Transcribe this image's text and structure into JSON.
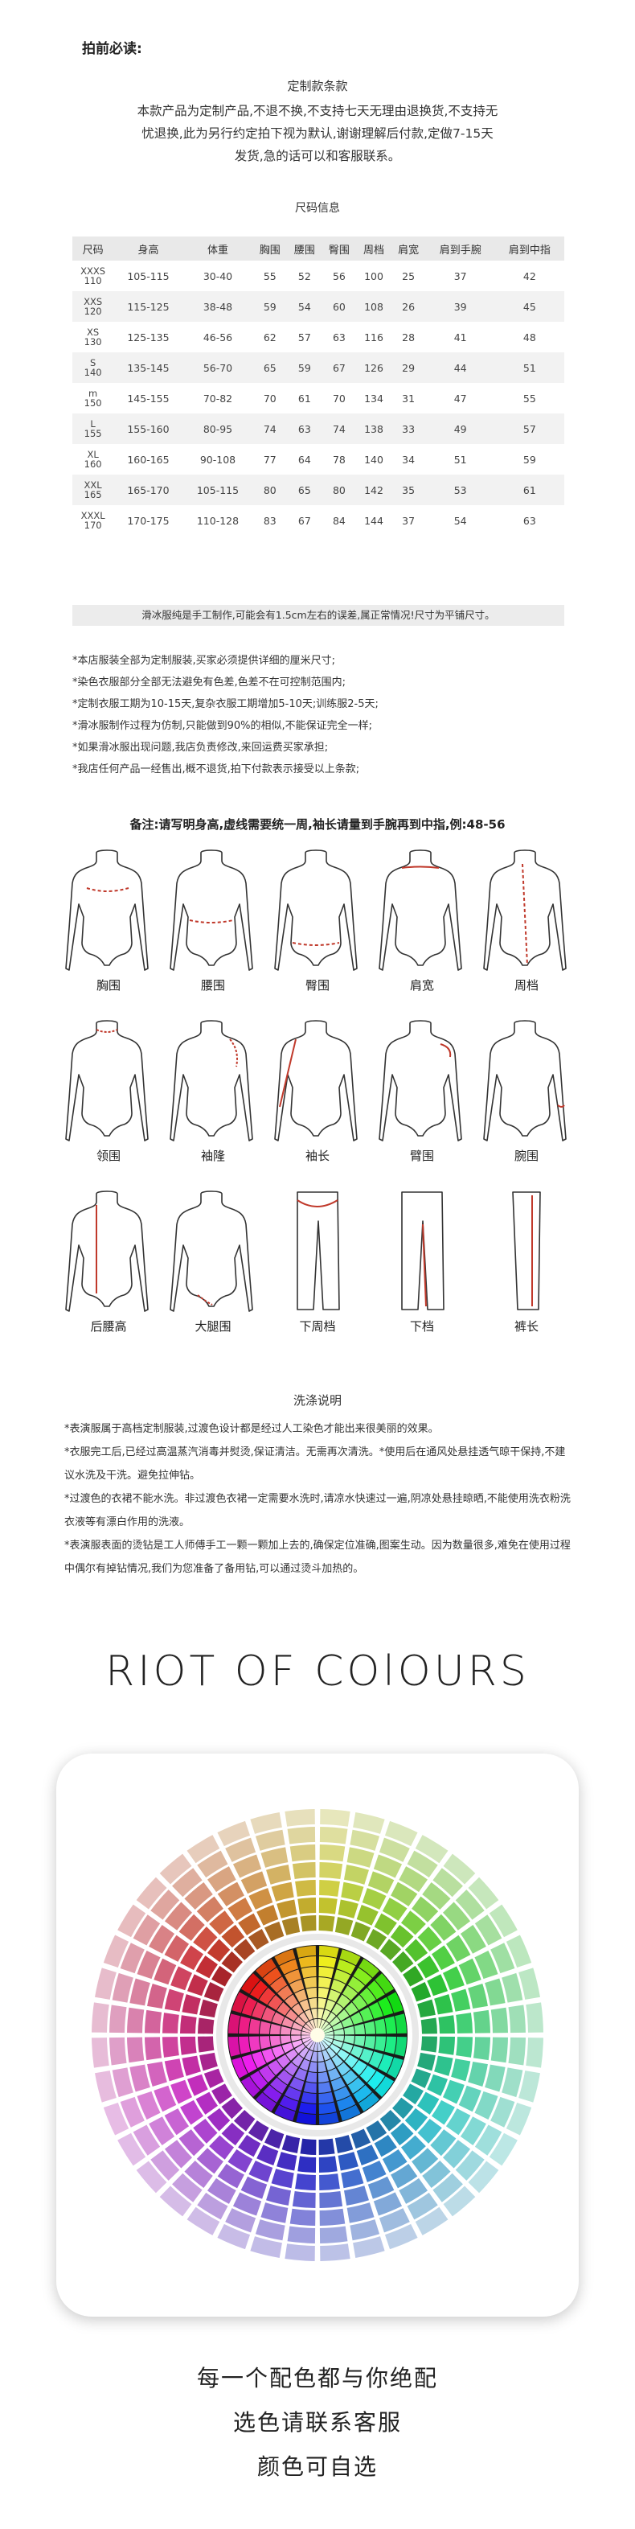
{
  "header": {
    "before_read": "拍前必读:"
  },
  "terms": {
    "title": "定制款条款",
    "line1": "本款产品为定制产品,不退不换,不支持七天无理由退换货,不支持无",
    "line2": "忧退换,此为另行约定拍下视为默认,谢谢理解后付款,定做7-15天",
    "line3": "发货,急的话可以和客服联系。"
  },
  "size_info": {
    "title": "尺码信息",
    "headers": [
      "尺码",
      "身高",
      "体重",
      "胸围",
      "腰围",
      "臀围",
      "周档",
      "肩宽",
      "肩到手腕",
      "肩到中指"
    ],
    "rows": [
      {
        "size": "XXXS",
        "code": "110",
        "cells": [
          "105-115",
          "30-40",
          "55",
          "52",
          "56",
          "100",
          "25",
          "37",
          "42"
        ]
      },
      {
        "size": "XXS",
        "code": "120",
        "cells": [
          "115-125",
          "38-48",
          "59",
          "54",
          "60",
          "108",
          "26",
          "39",
          "45"
        ]
      },
      {
        "size": "XS",
        "code": "130",
        "cells": [
          "125-135",
          "46-56",
          "62",
          "57",
          "63",
          "116",
          "28",
          "41",
          "48"
        ]
      },
      {
        "size": "S",
        "code": "140",
        "cells": [
          "135-145",
          "56-70",
          "65",
          "59",
          "67",
          "126",
          "29",
          "44",
          "51"
        ]
      },
      {
        "size": "m",
        "code": "150",
        "cells": [
          "145-155",
          "70-82",
          "70",
          "61",
          "70",
          "134",
          "31",
          "47",
          "55"
        ]
      },
      {
        "size": "L",
        "code": "155",
        "cells": [
          "155-160",
          "80-95",
          "74",
          "63",
          "74",
          "138",
          "33",
          "49",
          "57"
        ]
      },
      {
        "size": "XL",
        "code": "160",
        "cells": [
          "160-165",
          "90-108",
          "77",
          "64",
          "78",
          "140",
          "34",
          "51",
          "59"
        ]
      },
      {
        "size": "XXL",
        "code": "165",
        "cells": [
          "165-170",
          "105-115",
          "80",
          "65",
          "80",
          "142",
          "35",
          "53",
          "61"
        ]
      },
      {
        "size": "XXXL",
        "code": "170",
        "cells": [
          "170-175",
          "110-128",
          "83",
          "67",
          "84",
          "144",
          "37",
          "54",
          "63"
        ]
      }
    ],
    "note": "滑冰服纯是手工制作,可能会有1.5cm左右的误差,属正常情况!尺寸为平铺尺寸。"
  },
  "notes": [
    "*本店服装全部为定制服装,买家必须提供详细的厘米尺寸;",
    "*染色衣服部分全部无法避免有色差,色差不在可控制范围内;",
    "*定制衣服工期为10-15天,复杂衣服工期增加5-10天;训练服2-5天;",
    "*滑冰服制作过程为仿制,只能做到90%的相似,不能保证完全一样;",
    "*如果滑冰服出现问题,我店负责修改,来回运费买家承担;",
    "*我店任何产品一经售出,概不退货,拍下付款表示接受以上条款;"
  ],
  "remark": "备注:请写明身高,虚线需要统一周,袖长请量到手腕再到中指,例:48-56",
  "figures": [
    "胸围",
    "腰围",
    "臀围",
    "肩宽",
    "周档",
    "领围",
    "袖隆",
    "袖长",
    "臂围",
    "腕围",
    "后腰高",
    "大腿围",
    "下周档",
    "下档",
    "裤长"
  ],
  "wash": {
    "title": "洗涤说明",
    "p1": "*表演服属于高档定制服装,过渡色设计都是经过人工染色才能出来很美丽的效果。",
    "p2": "*衣服完工后,已经过高温蒸汽消毒并熨烫,保证清洁。无需再次清洗。*使用后在通风处悬挂透气晾干保持,不建议水洗及干洗。避免拉伸钻。",
    "p3": "*过渡色的衣裙不能水洗。非过渡色衣裙一定需要水洗时,请凉水快速过一遍,阴凉处悬挂晾晒,不能使用洗衣粉洗衣液等有漂白作用的洗液。",
    "p4": "*表演服表面的烫钻是工人师傅手工一颗一颗加上去的,确保定位准确,图案生动。因为数量很多,难免在使用过程中偶尔有掉钻情况,我们为您准备了备用钻,可以通过烫斗加热的。"
  },
  "riot": "RIOT OF COlOURS",
  "slogan": {
    "line1": "每一个配色都与你绝配",
    "line2": "选色请联系客服",
    "line3": "颜色可自选"
  },
  "colors": {
    "accent_red": "#c0392b",
    "table_header": "#e9e9e9",
    "table_alt": "#f2f2f2"
  }
}
